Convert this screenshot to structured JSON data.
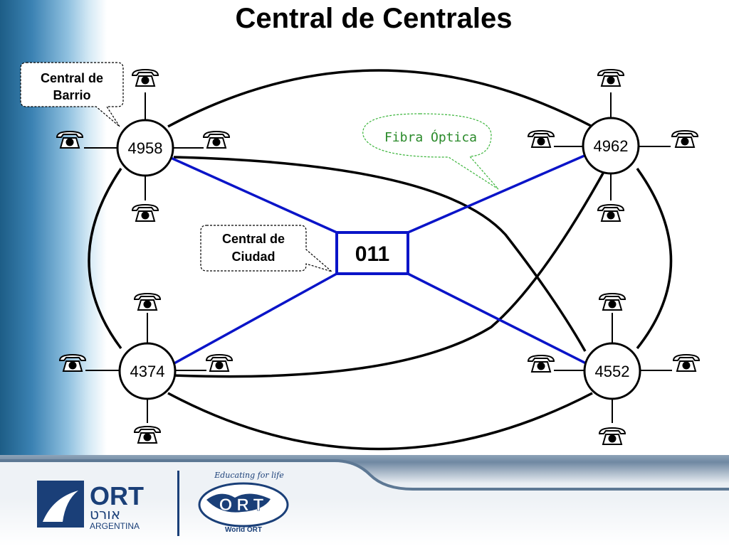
{
  "title": "Central de Centrales",
  "nodes": {
    "n4958": "4958",
    "n4962": "4962",
    "n4374": "4374",
    "n4552": "4552",
    "hub": "011"
  },
  "callouts": {
    "barrio": [
      "Central de",
      "Barrio"
    ],
    "ciudad": [
      "Central de",
      "Ciudad"
    ],
    "fibra": "Fibra Óptica"
  },
  "logos": {
    "ort_argentina": {
      "word": "ORT",
      "hebrew": "אורט",
      "country": "ARGENTINA"
    },
    "world_ort": {
      "motto": "Educating for life",
      "word": "ORT",
      "caption": "World ORT"
    }
  },
  "colors": {
    "fiber": "#0a14c8",
    "copper": "#000000",
    "fibra_callout": "#3bb53b"
  },
  "icons": {
    "phone": "telephone-icon"
  }
}
